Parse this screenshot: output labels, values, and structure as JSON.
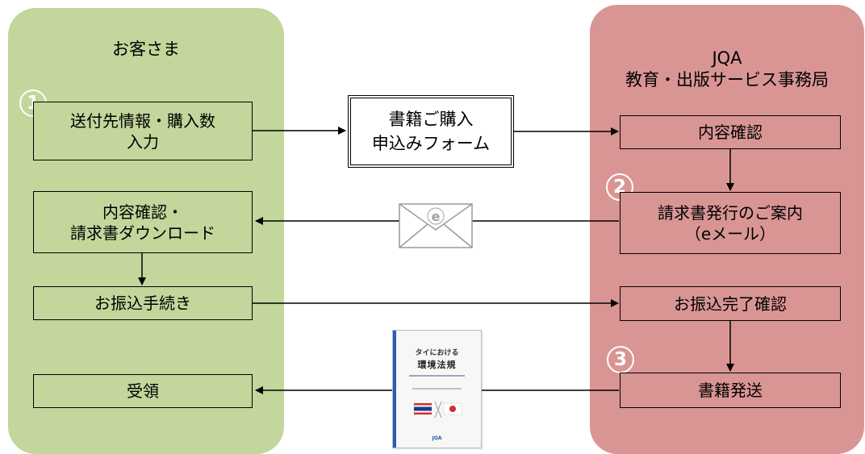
{
  "lanes": {
    "customer": {
      "title": "お客さま"
    },
    "jqa": {
      "title_line1": "JQA",
      "title_line2": "教育・出版サービス事務局"
    }
  },
  "steps": {
    "one": "1",
    "two": "2",
    "three": "3"
  },
  "customer_boxes": {
    "input": "送付先情報・購入数\n入力",
    "confirm_download": "内容確認・\n請求書ダウンロード",
    "transfer": "お振込手続き",
    "receive": "受領"
  },
  "form_box": "書籍ご購入\n申込みフォーム",
  "jqa_boxes": {
    "confirm": "内容確認",
    "invoice_notice": "請求書発行のご案内\n（eメール）",
    "transfer_confirm": "お振込完了確認",
    "ship": "書籍発送"
  },
  "book_cover": {
    "title_line1": "タイにおける",
    "title_line2": "環境法規",
    "publisher": "JQA"
  },
  "icons": {
    "email": "email-envelope-icon",
    "book": "book-cover-image"
  }
}
